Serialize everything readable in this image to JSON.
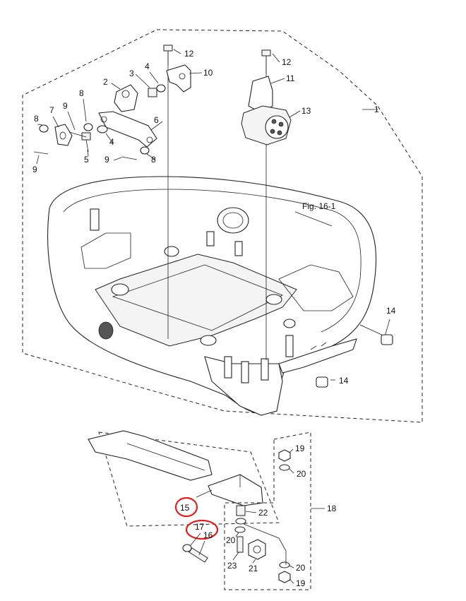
{
  "diagram": {
    "figure_ref": "Fig. 16-1",
    "callouts": [
      "1",
      "2",
      "3",
      "4",
      "4",
      "5",
      "6",
      "7",
      "8",
      "8",
      "8",
      "9",
      "9",
      "9",
      "10",
      "11",
      "12",
      "12",
      "13",
      "14",
      "14",
      "15",
      "16",
      "17",
      "18",
      "19",
      "19",
      "20",
      "20",
      "20",
      "21",
      "22",
      "23"
    ],
    "highlight_color": "#e02020",
    "highlighted_callouts": [
      "15",
      "17"
    ]
  }
}
